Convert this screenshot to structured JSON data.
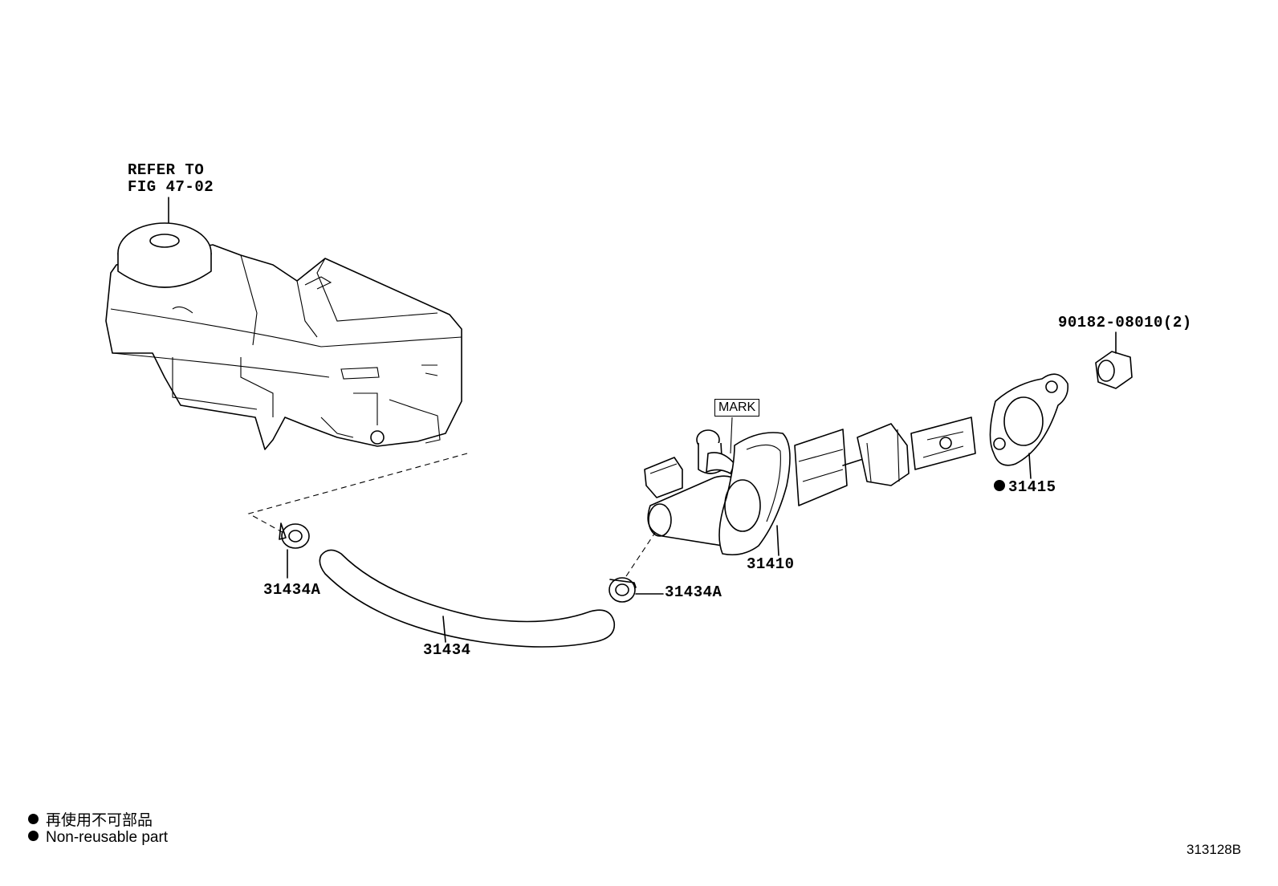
{
  "diagram": {
    "refer_line1": "REFER TO",
    "refer_line2": "FIG 47-02",
    "mark_label": "MARK",
    "callouts": {
      "nut": "90182-08010(2)",
      "gasket": "31415",
      "master_cylinder": "31410",
      "clamp_left": "31434A",
      "clamp_right": "31434A",
      "hose": "31434"
    },
    "legend": {
      "line_jp": "再使用不可部品",
      "line_en": "Non-reusable part"
    },
    "figure_code": "313128B"
  }
}
